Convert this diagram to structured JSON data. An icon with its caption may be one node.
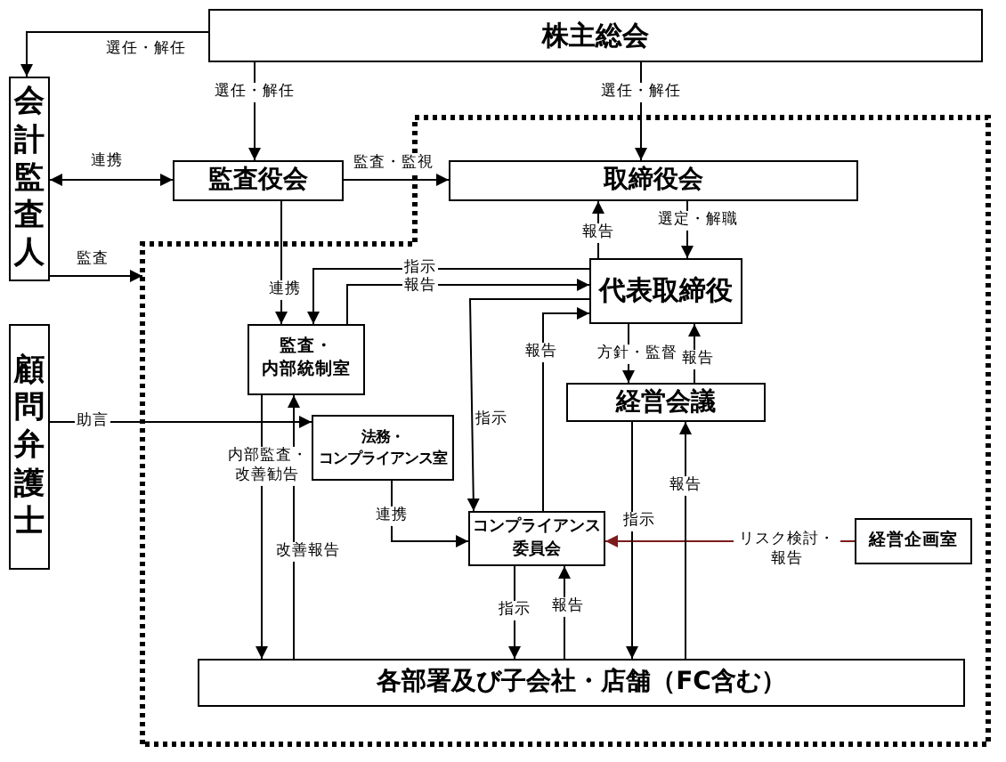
{
  "diagram": {
    "nodes": [
      {
        "text": [
          "株主総会"
        ]
      },
      {
        "text": [
          "会計監査人"
        ]
      },
      {
        "text": [
          "監査役会"
        ]
      },
      {
        "text": [],
        "shape": "box"
      },
      {
        "text": [
          "取締役会"
        ],
        "in": 3
      },
      {
        "text": [
          "代表取締役"
        ],
        "in": 3
      },
      {
        "text": [
          "監査・内部統制室"
        ],
        "in": 3
      },
      {
        "text": [
          "経営会議"
        ],
        "in": 3
      },
      {
        "text": [
          "法務・コンプライアンス室"
        ],
        "in": 3
      },
      {
        "text": [
          "顧問弁護士"
        ]
      },
      {
        "text": [
          "コンプライアンス委員会"
        ],
        "in": 3
      },
      {
        "text": [
          "経営企画室"
        ],
        "in": 3
      },
      {
        "text": [
          "各部署及び子会社・店舗（FC含む）"
        ],
        "in": 3
      }
    ],
    "edges": [
      {
        "from": 0,
        "to": 1,
        "arrow": "to",
        "label": "選任・解任"
      },
      {
        "from": 0,
        "to": 2,
        "arrow": "to",
        "label": "選任・解任"
      },
      {
        "from": 0,
        "to": 4,
        "arrow": "to",
        "label": "選任・解任"
      },
      {
        "from": 2,
        "to": 1,
        "arrow": "both",
        "label": "連携"
      },
      {
        "from": 2,
        "to": 4,
        "arrow": "to",
        "label": "監査・監視"
      },
      {
        "from": 1,
        "to": 3,
        "arrow": "to",
        "label": "監査"
      },
      {
        "from": 2,
        "to": 6,
        "arrow": "to",
        "label": "連携"
      },
      {
        "from": 5,
        "to": 6,
        "arrow": "to",
        "label": "指示"
      },
      {
        "from": 6,
        "to": 5,
        "arrow": "to",
        "label": "報告"
      },
      {
        "from": 5,
        "to": 10,
        "arrow": "to",
        "label": "指示"
      },
      {
        "from": 10,
        "to": 5,
        "arrow": "to",
        "label": "報告"
      },
      {
        "from": 5,
        "to": 4,
        "arrow": "to",
        "label": "報告"
      },
      {
        "from": 4,
        "to": 5,
        "arrow": "to",
        "label": "選定・解職"
      },
      {
        "from": 5,
        "to": 7,
        "arrow": "to",
        "label": "方針・監督"
      },
      {
        "from": 7,
        "to": 5,
        "arrow": "to",
        "label": "報告"
      },
      {
        "from": 9,
        "to": 8,
        "arrow": "to",
        "label": "助言"
      },
      {
        "from": 6,
        "to": 12,
        "arrow": "to",
        "label": "内部監査・改善勧告"
      },
      {
        "from": 12,
        "to": 6,
        "arrow": "to",
        "label": "改善報告"
      },
      {
        "from": 8,
        "to": 10,
        "arrow": "to",
        "label": "連携"
      },
      {
        "from": 11,
        "to": 10,
        "arrow": "to",
        "label": "リスク検討・報告",
        "color": "#7b1c1c"
      },
      {
        "from": 10,
        "to": 12,
        "arrow": "to",
        "label": "指示"
      },
      {
        "from": 12,
        "to": 10,
        "arrow": "to",
        "label": "報告"
      },
      {
        "from": 7,
        "to": 12,
        "arrow": "to",
        "label": "指示"
      },
      {
        "from": 12,
        "to": 7,
        "arrow": "to",
        "label": "報告"
      }
    ]
  }
}
